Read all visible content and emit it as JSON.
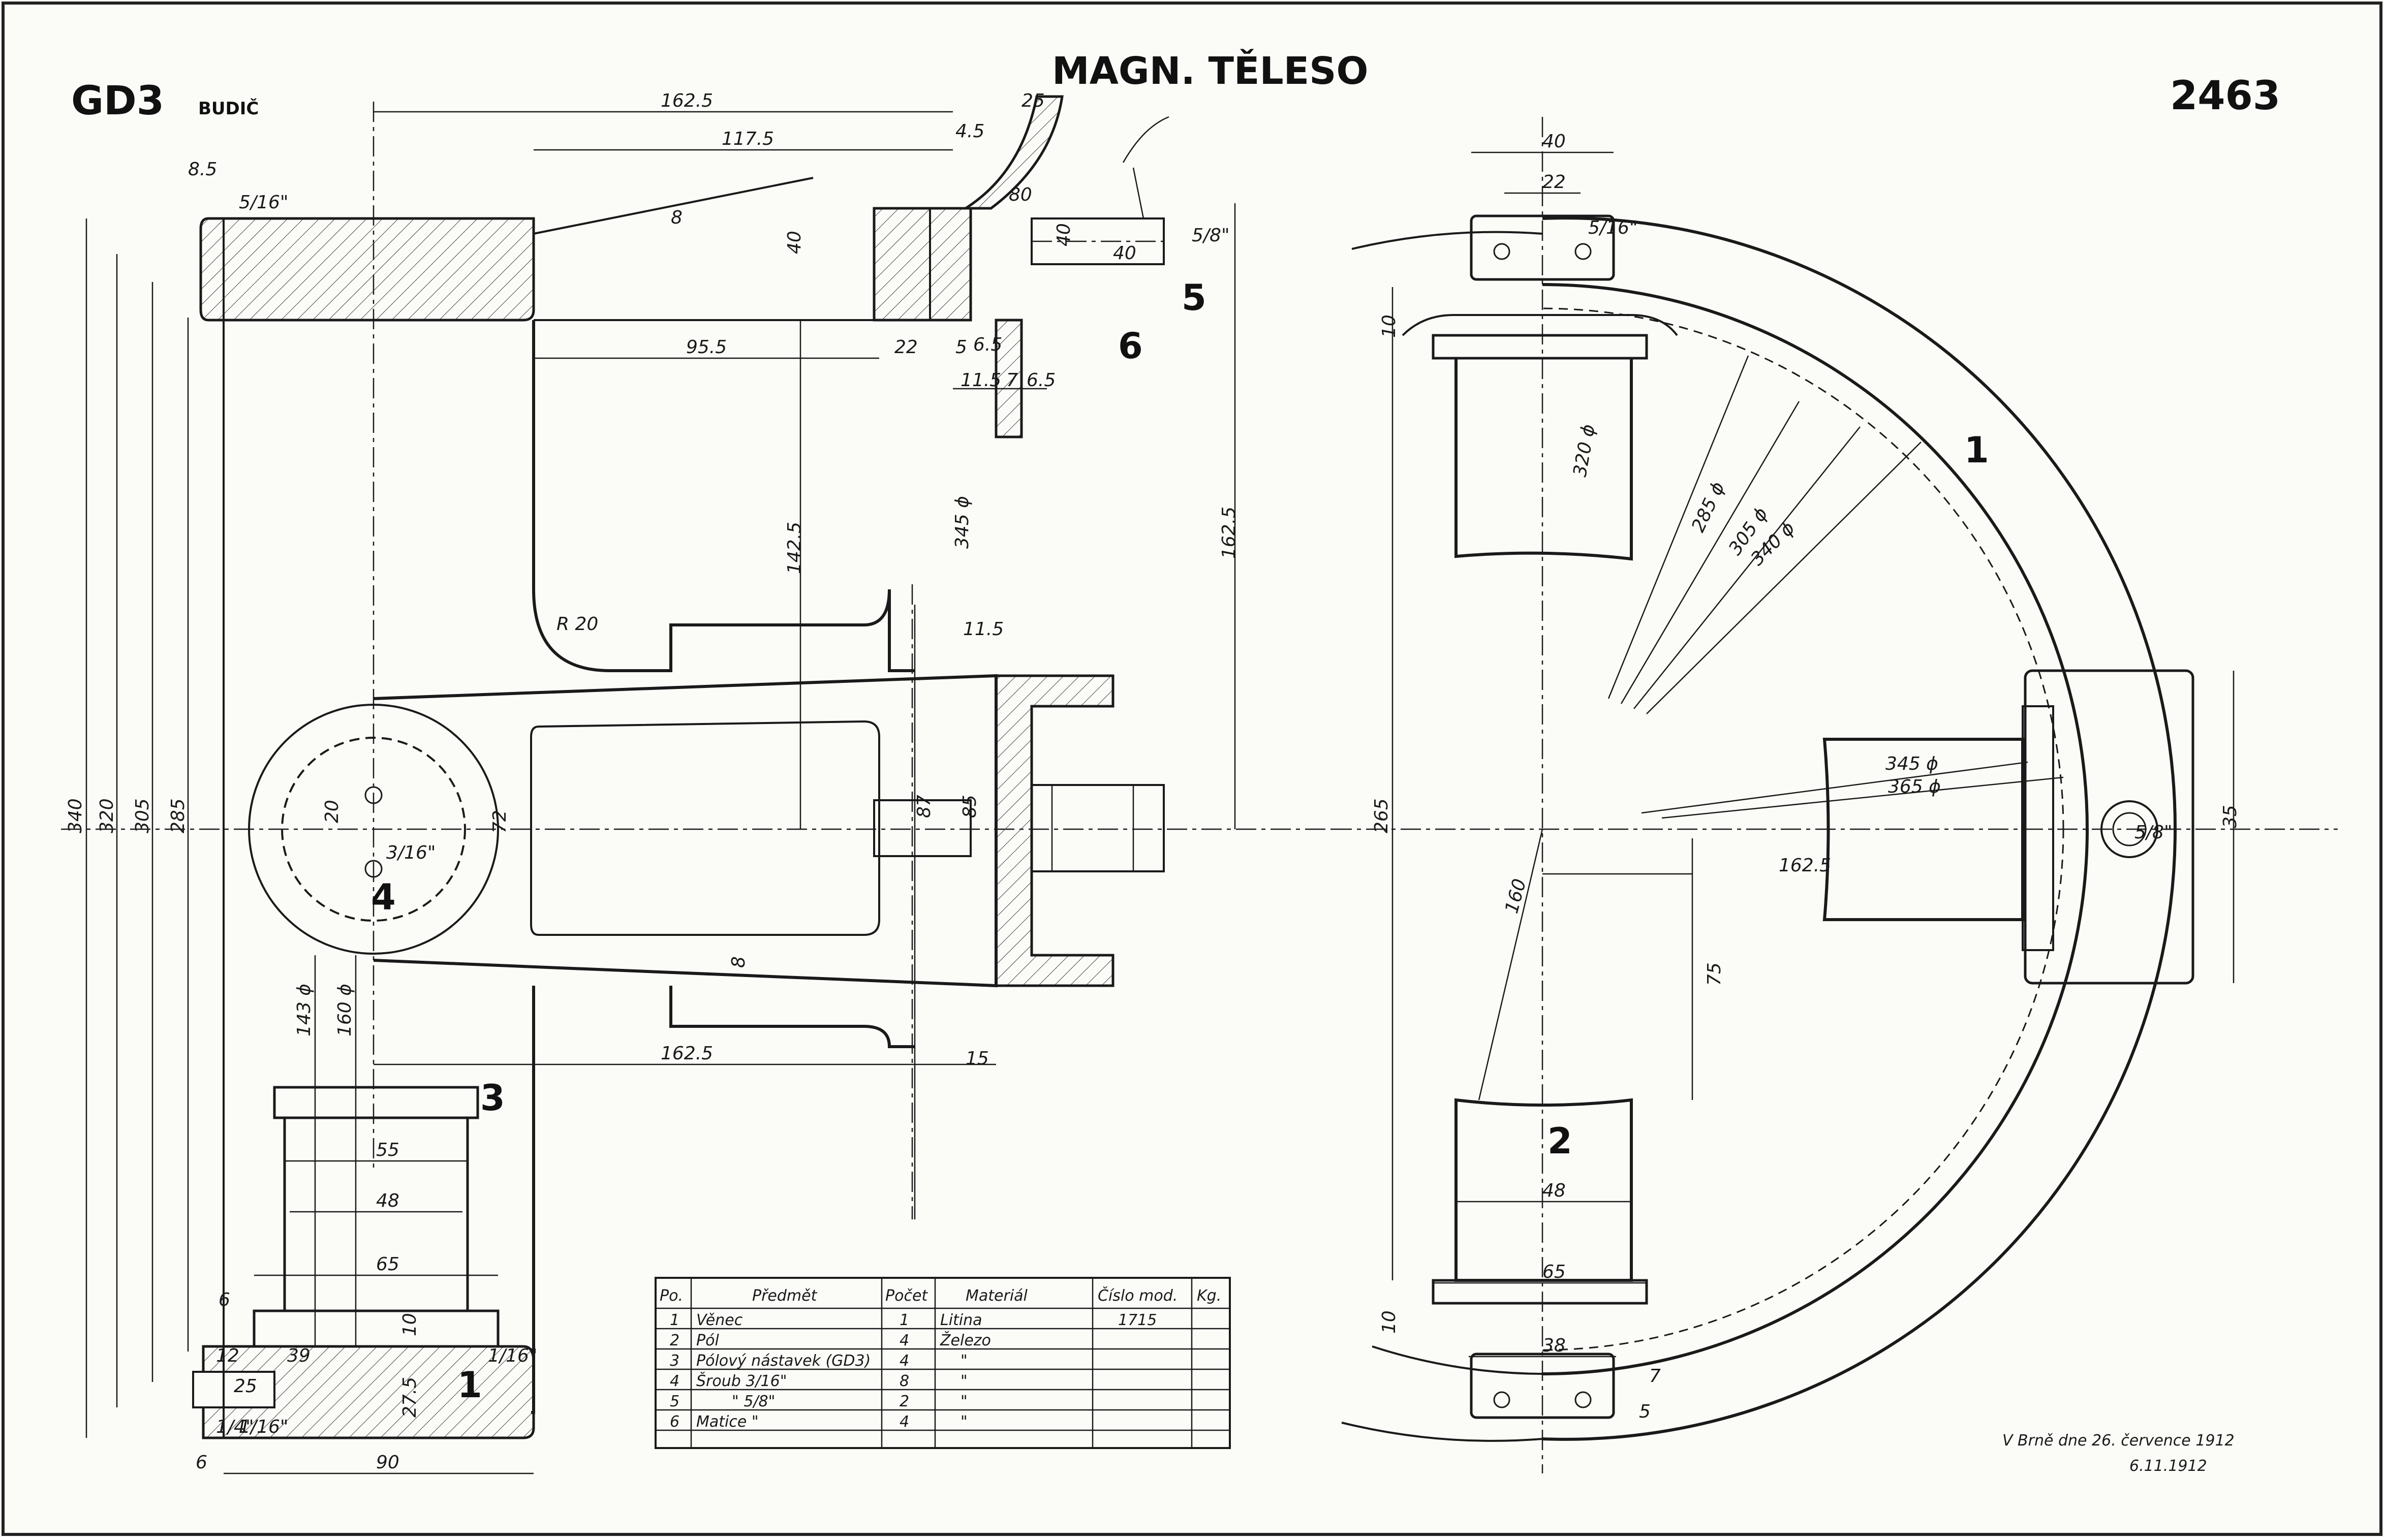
{
  "header": {
    "left_code": "GD3",
    "left_sub": "BUDIČ",
    "title": "MAGN. TĚLESO",
    "drawing_no": "2463"
  },
  "part_markers": [
    "1",
    "2",
    "3",
    "4",
    "5",
    "6"
  ],
  "dimensions": {
    "top_width": "162.5",
    "flange": "25",
    "d_1175": "117.5",
    "d_85": "8.5",
    "d_516": "5/16\"",
    "d_8": "8",
    "d_40": "40",
    "d_45": "4.5",
    "d_80": "80",
    "d_40b": "40",
    "d_40c": "40",
    "d_58": "5/8\"",
    "d_955": "95.5",
    "d_22": "22",
    "d_5": "5",
    "d_65": "6.5",
    "d_115": "11.5",
    "d_7": "7",
    "d_65b": "6.5",
    "d_1425": "142.5",
    "d_345": "345 ϕ",
    "d_1625": "162.5",
    "r_20": "R 20",
    "d_115b": "11.5",
    "d_87": "87",
    "d_85b": "85",
    "d_72": "72",
    "d_20": "20",
    "d_316": "3/16\"",
    "d_8b": "8",
    "d_1625b": "162.5",
    "d_15": "15",
    "d_340": "340",
    "d_320": "320",
    "d_305": "305",
    "d_285": "285",
    "d_143": "143 ϕ",
    "d_160": "160 ϕ",
    "d_55": "55",
    "d_48": "48",
    "d_65c": "65",
    "d_6": "6",
    "d_12": "12",
    "d_39": "39",
    "d_10": "10",
    "d_275": "27.5",
    "d_25": "25",
    "d_14": "1/4\"",
    "d_16": "1/16\"",
    "d_90": "90",
    "d_6b": "6",
    "d_1618": "1/16\"",
    "r_40": "40",
    "r_22": "22",
    "r_516b": "5/16\"",
    "r_10": "10",
    "r_320": "320 ϕ",
    "r_285": "285 ϕ",
    "r_305": "305 ϕ",
    "r_340": "340 ϕ",
    "r_265": "265",
    "r_3456": "345 ϕ",
    "r_365": "365 ϕ",
    "r_35": "35",
    "r_1625": "162.5",
    "r_160": "160",
    "r_75": "75",
    "r_48": "48",
    "r_65": "65",
    "r_10b": "10",
    "r_38": "38",
    "r_7": "7",
    "r_5": "5",
    "r_58": "5/8\""
  },
  "parts_table": {
    "headers": [
      "Po.",
      "Předmět",
      "Počet",
      "Materiál",
      "Číslo mod.",
      "Kg."
    ],
    "rows": [
      [
        "1",
        "Věnec",
        "1",
        "Litina",
        "1715",
        ""
      ],
      [
        "2",
        "Pól",
        "4",
        "Železo",
        "",
        ""
      ],
      [
        "3",
        "Pólový nástavek (GD3)",
        "4",
        "\"",
        "",
        ""
      ],
      [
        "4",
        "Šroub 3/16\"",
        "8",
        "\"",
        "",
        ""
      ],
      [
        "5",
        "\" 5/8\"",
        "2",
        "\"",
        "",
        ""
      ],
      [
        "6",
        "Matice \"",
        "4",
        "\"",
        "",
        ""
      ]
    ]
  },
  "signature": {
    "line1": "V Brně dne 26. července 1912",
    "line2": "6.11.1912"
  }
}
